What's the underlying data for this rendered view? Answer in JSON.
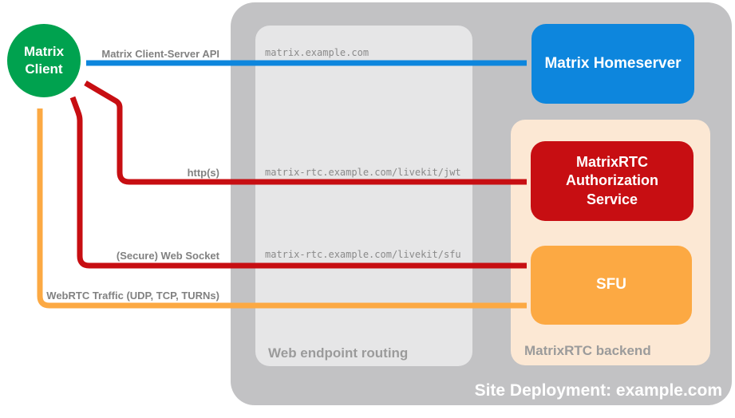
{
  "client": {
    "label": "Matrix Client",
    "color": "#00a24f"
  },
  "nodes": {
    "homeserver": {
      "label": "Matrix Homeserver",
      "color": "#0d86dd"
    },
    "auth_service": {
      "label": "MatrixRTC Authorization Service",
      "color": "#c70e12"
    },
    "sfu": {
      "label": "SFU",
      "color": "#fca943"
    }
  },
  "groups": {
    "site": {
      "label": "Site Deployment: example.com",
      "color": "#c2c2c4"
    },
    "routing": {
      "label": "Web endpoint routing",
      "color": "#e6e6e7"
    },
    "backend": {
      "label": "MatrixRTC backend",
      "color": "#fce8d4"
    }
  },
  "endpoints": [
    "matrix.example.com",
    "matrix-rtc.example.com/livekit/jwt",
    "matrix-rtc.example.com/livekit/sfu"
  ],
  "arrows": [
    {
      "label": "Matrix Client-Server API",
      "color": "#0d86dd",
      "from": "Matrix Client",
      "to": "Matrix Homeserver"
    },
    {
      "label": "http(s)",
      "color": "#c70e12",
      "from": "Matrix Client",
      "to": "MatrixRTC Authorization Service"
    },
    {
      "label": "(Secure) Web Socket",
      "color": "#c70e12",
      "from": "Matrix Client",
      "to": "SFU"
    },
    {
      "label": "WebRTC Traffic (UDP, TCP, TURNs)",
      "color": "#fca943",
      "from": "Matrix Client",
      "to": "SFU"
    }
  ]
}
